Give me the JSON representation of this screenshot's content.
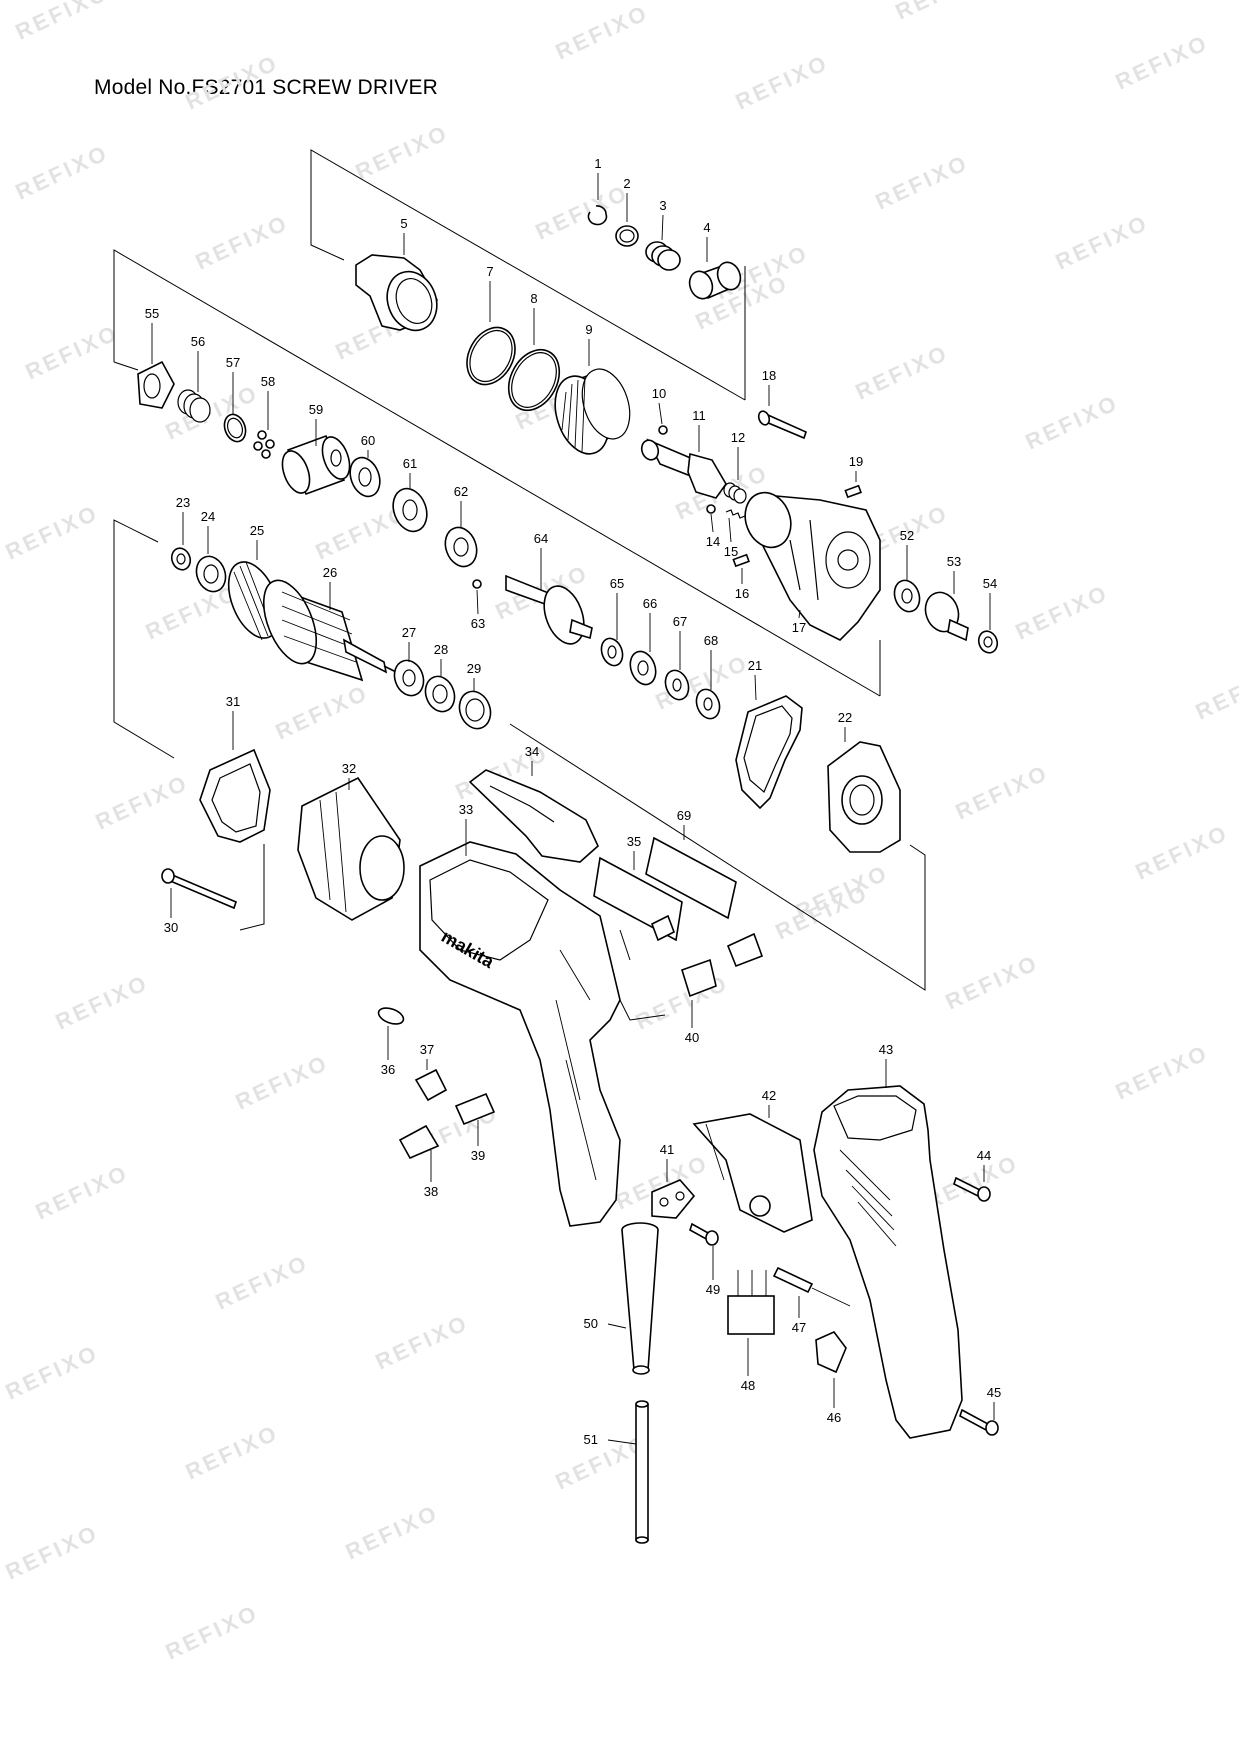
{
  "title": "Model No.FS2701 SCREW DRIVER",
  "watermark": "REFIXO",
  "housing_logo": "makita",
  "part_numbers": [
    "1",
    "2",
    "3",
    "4",
    "5",
    "7",
    "8",
    "9",
    "10",
    "11",
    "12",
    "14",
    "15",
    "16",
    "17",
    "18",
    "19",
    "21",
    "22",
    "23",
    "24",
    "25",
    "26",
    "27",
    "28",
    "29",
    "30",
    "31",
    "32",
    "33",
    "34",
    "35",
    "36",
    "37",
    "38",
    "39",
    "40",
    "41",
    "42",
    "43",
    "44",
    "45",
    "46",
    "47",
    "48",
    "49",
    "50",
    "51",
    "52",
    "53",
    "54",
    "55",
    "56",
    "57",
    "58",
    "59",
    "60",
    "61",
    "62",
    "63",
    "64",
    "65",
    "66",
    "67",
    "68",
    "69"
  ]
}
